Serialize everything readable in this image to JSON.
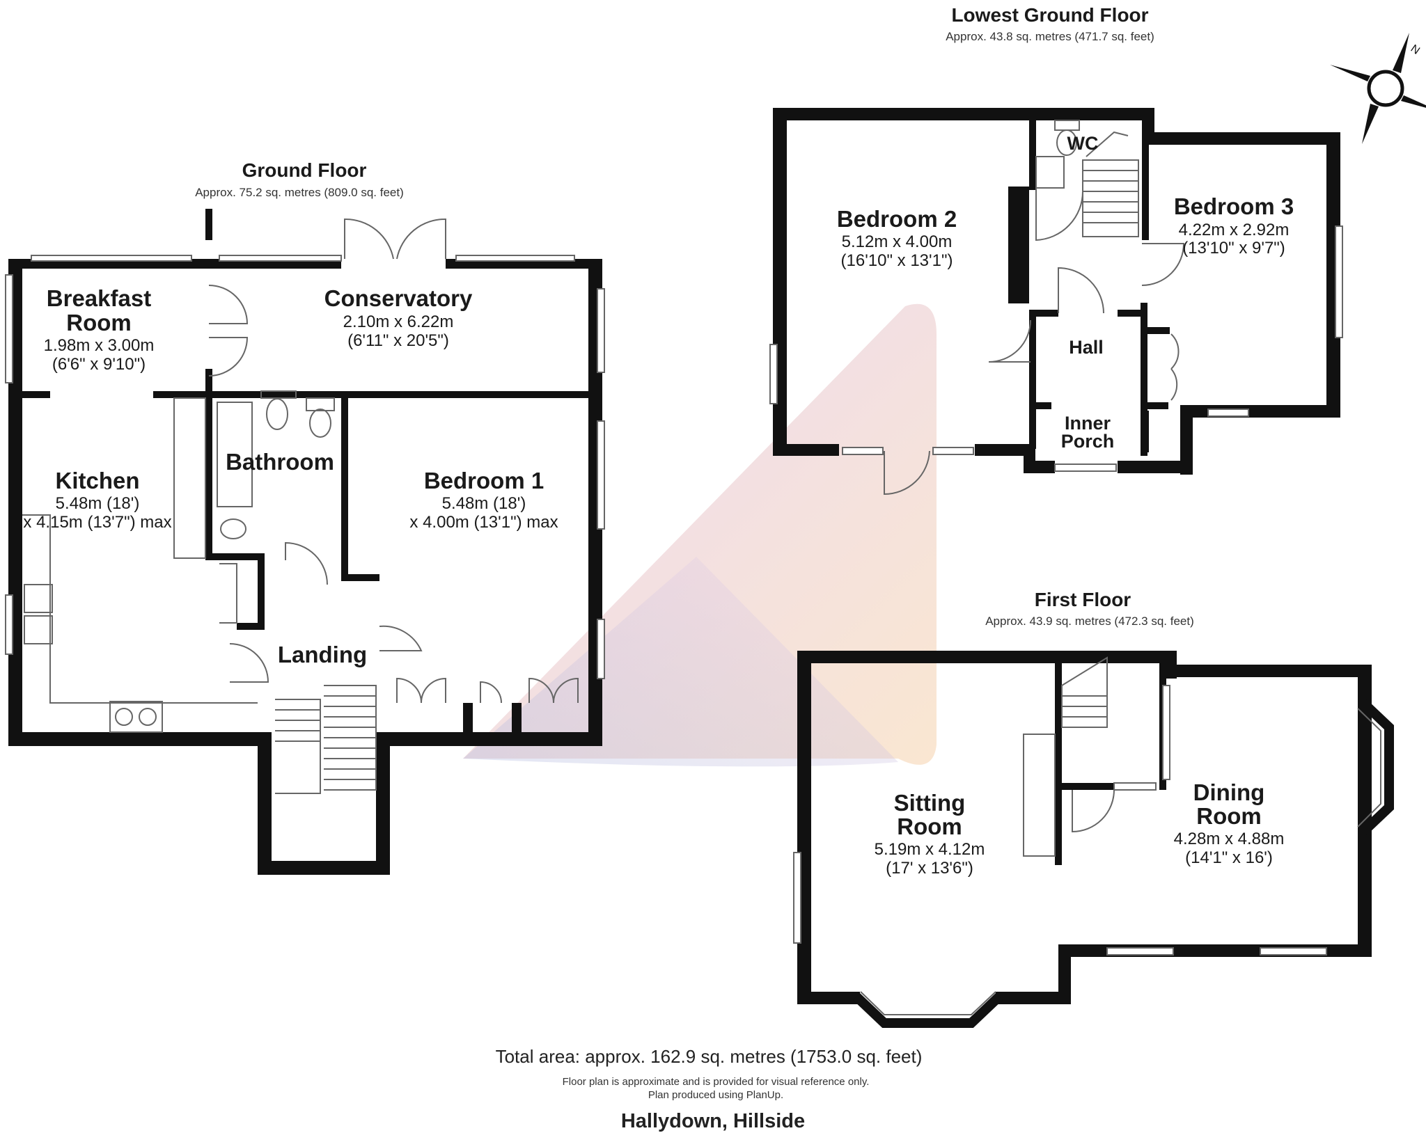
{
  "floors": {
    "ground": {
      "title": "Ground Floor",
      "area": "Approx. 75.2 sq. metres (809.0 sq. feet)",
      "rooms": {
        "breakfast": {
          "name1": "Breakfast",
          "name2": "Room",
          "dim1": "1.98m x 3.00m",
          "dim2": "(6'6\" x 9'10\")"
        },
        "conservatory": {
          "name": "Conservatory",
          "dim1": "2.10m x 6.22m",
          "dim2": "(6'11\" x 20'5\")"
        },
        "kitchen": {
          "name": "Kitchen",
          "dim1": "5.48m (18')",
          "dim2": "x 4.15m (13'7\") max"
        },
        "bathroom": {
          "name": "Bathroom"
        },
        "bedroom1": {
          "name": "Bedroom 1",
          "dim1": "5.48m (18')",
          "dim2": "x 4.00m (13'1\") max"
        },
        "landing": {
          "name": "Landing"
        }
      }
    },
    "lowest": {
      "title": "Lowest Ground Floor",
      "area": "Approx. 43.8 sq. metres (471.7 sq. feet)",
      "rooms": {
        "bedroom2": {
          "name": "Bedroom 2",
          "dim1": "5.12m x 4.00m",
          "dim2": "(16'10\" x 13'1\")"
        },
        "bedroom3": {
          "name": "Bedroom 3",
          "dim1": "4.22m x 2.92m",
          "dim2": "(13'10\" x 9'7\")"
        },
        "wc": {
          "name": "WC"
        },
        "hall": {
          "name": "Hall"
        },
        "porch": {
          "name1": "Inner",
          "name2": "Porch"
        }
      }
    },
    "first": {
      "title": "First Floor",
      "area": "Approx. 43.9 sq. metres (472.3 sq. feet)",
      "rooms": {
        "sitting": {
          "name1": "Sitting",
          "name2": "Room",
          "dim1": "5.19m x 4.12m",
          "dim2": "(17' x 13'6\")"
        },
        "dining": {
          "name1": "Dining",
          "name2": "Room",
          "dim1": "4.28m x 4.88m",
          "dim2": "(14'1\" x 16')"
        }
      }
    }
  },
  "footer": {
    "total": "Total area: approx. 162.9 sq. metres (1753.0 sq. feet)",
    "note1": "Floor plan is approximate and is provided for visual reference only.",
    "note2": "Plan produced using PlanUp.",
    "address": "Hallydown, Hillside"
  },
  "compass": {
    "label": "N"
  },
  "colors": {
    "wall": "#111111",
    "watermark_pink": "#d9b7e0",
    "watermark_blue": "#aab4dc",
    "watermark_orange": "#f6cfa0"
  }
}
